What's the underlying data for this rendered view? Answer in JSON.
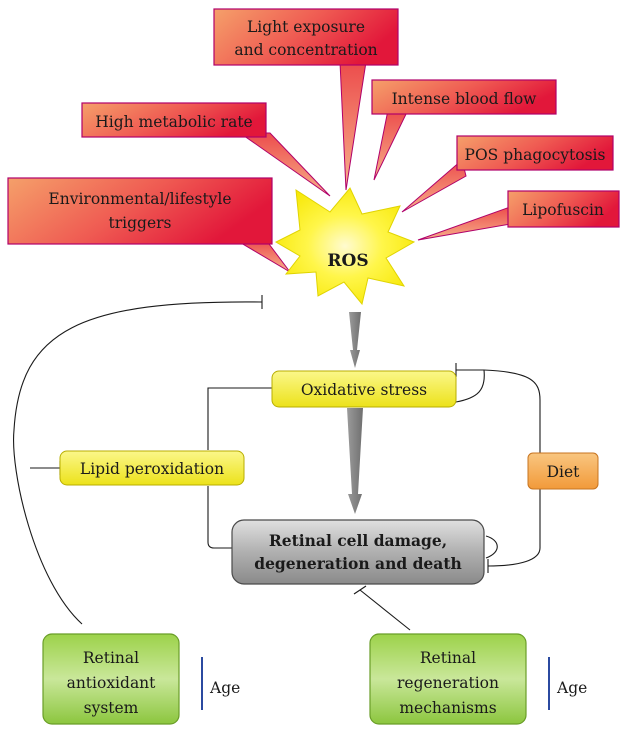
{
  "triggers": {
    "light": [
      "Light exposure",
      "and concentration"
    ],
    "metabolic": "High metabolic rate",
    "blood": "Intense blood flow",
    "pos": "POS phagocytosis",
    "lipofuscin": "Lipofuscin",
    "environmental": [
      "Environmental/lifestyle",
      "triggers"
    ]
  },
  "ros": "ROS",
  "oxidative_stress": "Oxidative stress",
  "lipid_peroxidation": "Lipid peroxidation",
  "diet": "Diet",
  "damage": [
    "Retinal cell damage,",
    "degeneration and death"
  ],
  "antioxidant": [
    "Retinal",
    "antioxidant",
    "system"
  ],
  "regeneration": [
    "Retinal",
    "regeneration",
    "mechanisms"
  ],
  "age_left": "Age",
  "age_right": "Age",
  "colors": {
    "trigger_red": "#e8203c",
    "trigger_orange": "#f7a064",
    "ros_yellow": "#fff200",
    "node_yellow": "#f4ef1a",
    "diet_orange": "#f5a348",
    "damage_gray": "#9a9a9a",
    "green": "#8cc63e",
    "age_bar_blue": "#2b4aa0"
  }
}
